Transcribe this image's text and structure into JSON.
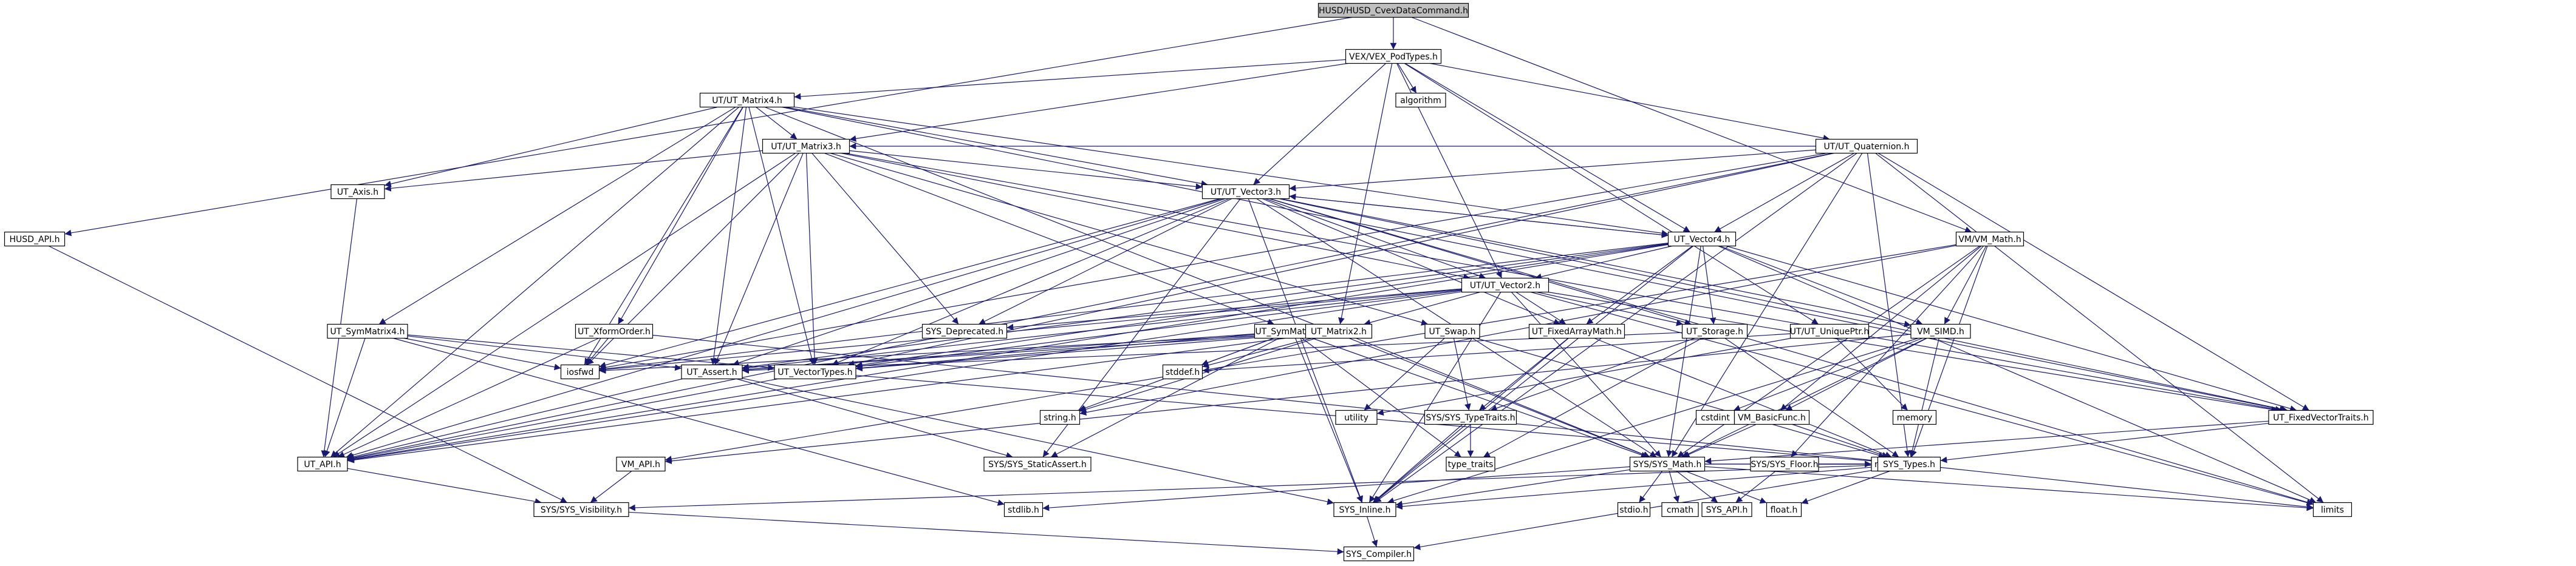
{
  "colors": {
    "edge": "#191970",
    "node_fill": "#ffffff",
    "root_fill": "#bfbfbf",
    "border_normal": "#000000",
    "border_incomplete": "#ff0000",
    "border_leaf": "#bfbfbf"
  },
  "nodes": [
    {
      "id": "root",
      "label": "HUSD/HUSD_CvexDataCommand.h",
      "kind": "root"
    },
    {
      "id": "vex",
      "label": "VEX/VEX_PodTypes.h",
      "kind": "normal"
    },
    {
      "id": "husdapi",
      "label": "HUSD_API.h",
      "kind": "normal"
    },
    {
      "id": "m4",
      "label": "UT/UT_Matrix4.h",
      "kind": "normal"
    },
    {
      "id": "algorithm",
      "label": "algorithm",
      "kind": "leaf"
    },
    {
      "id": "quat",
      "label": "UT/UT_Quaternion.h",
      "kind": "normal"
    },
    {
      "id": "m3",
      "label": "UT/UT_Matrix3.h",
      "kind": "normal"
    },
    {
      "id": "axis",
      "label": "UT_Axis.h",
      "kind": "normal"
    },
    {
      "id": "v3",
      "label": "UT/UT_Vector3.h",
      "kind": "normal"
    },
    {
      "id": "v4",
      "label": "UT_Vector4.h",
      "kind": "normal"
    },
    {
      "id": "vmmath",
      "label": "VM/VM_Math.h",
      "kind": "normal"
    },
    {
      "id": "v2",
      "label": "UT/UT_Vector2.h",
      "kind": "normal"
    },
    {
      "id": "sym4",
      "label": "UT_SymMatrix4.h",
      "kind": "normal"
    },
    {
      "id": "xform",
      "label": "UT_XformOrder.h",
      "kind": "normal"
    },
    {
      "id": "deprecated",
      "label": "SYS_Deprecated.h",
      "kind": "incomplete"
    },
    {
      "id": "sym3",
      "label": "UT_SymMatrix3.h",
      "kind": "normal"
    },
    {
      "id": "m2",
      "label": "UT_Matrix2.h",
      "kind": "normal"
    },
    {
      "id": "swap",
      "label": "UT_Swap.h",
      "kind": "normal"
    },
    {
      "id": "fam",
      "label": "UT_FixedArrayMath.h",
      "kind": "incomplete"
    },
    {
      "id": "storage",
      "label": "UT_Storage.h",
      "kind": "normal"
    },
    {
      "id": "uniqueptr",
      "label": "UT/UT_UniquePtr.h",
      "kind": "normal"
    },
    {
      "id": "simd",
      "label": "VM_SIMD.h",
      "kind": "normal"
    },
    {
      "id": "iosfwd",
      "label": "iosfwd",
      "kind": "leaf"
    },
    {
      "id": "assert",
      "label": "UT_Assert.h",
      "kind": "normal"
    },
    {
      "id": "vectypes",
      "label": "UT_VectorTypes.h",
      "kind": "incomplete"
    },
    {
      "id": "string",
      "label": "string.h",
      "kind": "leaf"
    },
    {
      "id": "stddef",
      "label": "stddef.h",
      "kind": "leaf"
    },
    {
      "id": "utility",
      "label": "utility",
      "kind": "leaf"
    },
    {
      "id": "typetraits",
      "label": "SYS/SYS_TypeTraits.h",
      "kind": "incomplete"
    },
    {
      "id": "cstdint",
      "label": "cstdint",
      "kind": "leaf"
    },
    {
      "id": "memory",
      "label": "memory",
      "kind": "leaf"
    },
    {
      "id": "fvt",
      "label": "UT_FixedVectorTraits.h",
      "kind": "normal"
    },
    {
      "id": "basicfunc",
      "label": "VM_BasicFunc.h",
      "kind": "normal"
    },
    {
      "id": "utapi",
      "label": "UT_API.h",
      "kind": "normal"
    },
    {
      "id": "staticassert",
      "label": "SYS/SYS_StaticAssert.h",
      "kind": "incomplete"
    },
    {
      "id": "vmapi",
      "label": "VM_API.h",
      "kind": "normal"
    },
    {
      "id": "type_traits",
      "label": "type_traits",
      "kind": "leaf"
    },
    {
      "id": "sysmath",
      "label": "SYS/SYS_Math.h",
      "kind": "normal"
    },
    {
      "id": "sysfloor",
      "label": "SYS/SYS_Floor.h",
      "kind": "normal"
    },
    {
      "id": "stdlib",
      "label": "stdlib.h",
      "kind": "leaf"
    },
    {
      "id": "stdio",
      "label": "stdio.h",
      "kind": "leaf"
    },
    {
      "id": "cmath",
      "label": "cmath",
      "kind": "leaf"
    },
    {
      "id": "sysapi",
      "label": "SYS_API.h",
      "kind": "normal"
    },
    {
      "id": "mathh",
      "label": "math.h",
      "kind": "leaf"
    },
    {
      "id": "systypes",
      "label": "SYS_Types.h",
      "kind": "incomplete"
    },
    {
      "id": "visibility",
      "label": "SYS/SYS_Visibility.h",
      "kind": "normal"
    },
    {
      "id": "inline",
      "label": "SYS_Inline.h",
      "kind": "normal"
    },
    {
      "id": "floath",
      "label": "float.h",
      "kind": "leaf"
    },
    {
      "id": "limits",
      "label": "limits",
      "kind": "leaf"
    },
    {
      "id": "compiler",
      "label": "SYS_Compiler.h",
      "kind": "normal"
    }
  ],
  "edges": [
    [
      "root",
      "vex"
    ],
    [
      "root",
      "husdapi"
    ],
    [
      "root",
      "vmmath"
    ],
    [
      "vex",
      "algorithm"
    ],
    [
      "vex",
      "m4"
    ],
    [
      "vex",
      "quat"
    ],
    [
      "vex",
      "m3"
    ],
    [
      "vex",
      "v3"
    ],
    [
      "vex",
      "v4"
    ],
    [
      "vex",
      "v2"
    ],
    [
      "vex",
      "m2"
    ],
    [
      "vex",
      "uniqueptr"
    ],
    [
      "husdapi",
      "visibility"
    ],
    [
      "m4",
      "axis"
    ],
    [
      "m4",
      "m3"
    ],
    [
      "m4",
      "v3"
    ],
    [
      "m4",
      "v4"
    ],
    [
      "m4",
      "sym4"
    ],
    [
      "m4",
      "xform"
    ],
    [
      "m4",
      "assert"
    ],
    [
      "m4",
      "vectypes"
    ],
    [
      "m4",
      "iosfwd"
    ],
    [
      "m4",
      "utapi"
    ],
    [
      "m4",
      "sysmath"
    ],
    [
      "m4",
      "fvt"
    ],
    [
      "quat",
      "v3"
    ],
    [
      "quat",
      "v4"
    ],
    [
      "quat",
      "m3"
    ],
    [
      "quat",
      "fvt"
    ],
    [
      "quat",
      "vectypes"
    ],
    [
      "quat",
      "systypes"
    ],
    [
      "quat",
      "inline"
    ],
    [
      "quat",
      "limits"
    ],
    [
      "quat",
      "utapi"
    ],
    [
      "quat",
      "iosfwd"
    ],
    [
      "quat",
      "sysmath"
    ],
    [
      "m3",
      "axis"
    ],
    [
      "m3",
      "v3"
    ],
    [
      "m3",
      "v2"
    ],
    [
      "m3",
      "sym3"
    ],
    [
      "m3",
      "deprecated"
    ],
    [
      "m3",
      "assert"
    ],
    [
      "m3",
      "vectypes"
    ],
    [
      "m3",
      "iosfwd"
    ],
    [
      "m3",
      "utapi"
    ],
    [
      "m3",
      "fvt"
    ],
    [
      "m3",
      "swap"
    ],
    [
      "axis",
      "utapi"
    ],
    [
      "v3",
      "v2"
    ],
    [
      "v3",
      "v4"
    ],
    [
      "v3",
      "fam"
    ],
    [
      "v3",
      "storage"
    ],
    [
      "v3",
      "simd"
    ],
    [
      "v3",
      "deprecated"
    ],
    [
      "v3",
      "assert"
    ],
    [
      "v3",
      "vectypes"
    ],
    [
      "v3",
      "iosfwd"
    ],
    [
      "v3",
      "utapi"
    ],
    [
      "v3",
      "sysmath"
    ],
    [
      "v3",
      "fvt"
    ],
    [
      "v3",
      "inline"
    ],
    [
      "v3",
      "limits"
    ],
    [
      "v3",
      "staticassert"
    ],
    [
      "v4",
      "v2"
    ],
    [
      "v4",
      "v3"
    ],
    [
      "v4",
      "storage"
    ],
    [
      "v4",
      "simd"
    ],
    [
      "v4",
      "fam"
    ],
    [
      "v4",
      "assert"
    ],
    [
      "v4",
      "vectypes"
    ],
    [
      "v4",
      "sysmath"
    ],
    [
      "v4",
      "fvt"
    ],
    [
      "v4",
      "inline"
    ],
    [
      "v4",
      "limits"
    ],
    [
      "v4",
      "utapi"
    ],
    [
      "v4",
      "iosfwd"
    ],
    [
      "vmmath",
      "simd"
    ],
    [
      "vmmath",
      "basicfunc"
    ],
    [
      "vmmath",
      "vmapi"
    ],
    [
      "vmmath",
      "sysmath"
    ],
    [
      "vmmath",
      "systypes"
    ],
    [
      "vmmath",
      "sysfloor"
    ],
    [
      "vmmath",
      "string"
    ],
    [
      "v2",
      "m2"
    ],
    [
      "v2",
      "fam"
    ],
    [
      "v2",
      "storage"
    ],
    [
      "v2",
      "deprecated"
    ],
    [
      "v2",
      "assert"
    ],
    [
      "v2",
      "vectypes"
    ],
    [
      "v2",
      "sysmath"
    ],
    [
      "v2",
      "fvt"
    ],
    [
      "v2",
      "inline"
    ],
    [
      "v2",
      "utapi"
    ],
    [
      "v2",
      "iosfwd"
    ],
    [
      "v2",
      "limits"
    ],
    [
      "sym4",
      "assert"
    ],
    [
      "sym4",
      "vectypes"
    ],
    [
      "sym4",
      "utapi"
    ],
    [
      "sym4",
      "iosfwd"
    ],
    [
      "sym4",
      "stdlib"
    ],
    [
      "xform",
      "utapi"
    ],
    [
      "xform",
      "iosfwd"
    ],
    [
      "xform",
      "systypes"
    ],
    [
      "sym3",
      "assert"
    ],
    [
      "sym3",
      "vectypes"
    ],
    [
      "sym3",
      "sysmath"
    ],
    [
      "sym3",
      "staticassert"
    ],
    [
      "sym3",
      "string"
    ],
    [
      "sym3",
      "stddef"
    ],
    [
      "sym3",
      "inline"
    ],
    [
      "sym3",
      "type_traits"
    ],
    [
      "m2",
      "assert"
    ],
    [
      "m2",
      "vectypes"
    ],
    [
      "m2",
      "sysmath"
    ],
    [
      "m2",
      "iosfwd"
    ],
    [
      "m2",
      "utapi"
    ],
    [
      "m2",
      "string"
    ],
    [
      "m2",
      "stddef"
    ],
    [
      "swap",
      "utility"
    ],
    [
      "swap",
      "systypes"
    ],
    [
      "swap",
      "typetraits"
    ],
    [
      "fam",
      "typetraits"
    ],
    [
      "fam",
      "systypes"
    ],
    [
      "fam",
      "inline"
    ],
    [
      "storage",
      "assert"
    ],
    [
      "storage",
      "systypes"
    ],
    [
      "storage",
      "typetraits"
    ],
    [
      "storage",
      "type_traits"
    ],
    [
      "uniqueptr",
      "memory"
    ],
    [
      "uniqueptr",
      "stddef"
    ],
    [
      "uniqueptr",
      "utility"
    ],
    [
      "simd",
      "cstdint"
    ],
    [
      "simd",
      "basicfunc"
    ],
    [
      "simd",
      "systypes"
    ],
    [
      "simd",
      "sysmath"
    ],
    [
      "simd",
      "inline"
    ],
    [
      "simd",
      "vmapi"
    ],
    [
      "assert",
      "utapi"
    ],
    [
      "assert",
      "inline"
    ],
    [
      "assert",
      "staticassert"
    ],
    [
      "vectypes",
      "utapi"
    ],
    [
      "vectypes",
      "systypes"
    ],
    [
      "fvt",
      "systypes"
    ],
    [
      "fvt",
      "sysmath"
    ],
    [
      "basicfunc",
      "sysmath"
    ],
    [
      "basicfunc",
      "systypes"
    ],
    [
      "utapi",
      "visibility"
    ],
    [
      "typetraits",
      "type_traits"
    ],
    [
      "typetraits",
      "inline"
    ],
    [
      "vmapi",
      "visibility"
    ],
    [
      "sysmath",
      "stdio"
    ],
    [
      "sysmath",
      "cmath"
    ],
    [
      "sysmath",
      "sysapi"
    ],
    [
      "sysmath",
      "mathh"
    ],
    [
      "sysmath",
      "systypes"
    ],
    [
      "sysmath",
      "floath"
    ],
    [
      "sysmath",
      "limits"
    ],
    [
      "sysmath",
      "inline"
    ],
    [
      "sysmath",
      "stdlib"
    ],
    [
      "sysfloor",
      "sysapi"
    ],
    [
      "sysfloor",
      "mathh"
    ],
    [
      "sysfloor",
      "systypes"
    ],
    [
      "systypes",
      "visibility"
    ],
    [
      "systypes",
      "compiler"
    ],
    [
      "systypes",
      "inline"
    ],
    [
      "systypes",
      "floath"
    ],
    [
      "systypes",
      "limits"
    ],
    [
      "visibility",
      "compiler"
    ],
    [
      "inline",
      "compiler"
    ]
  ]
}
